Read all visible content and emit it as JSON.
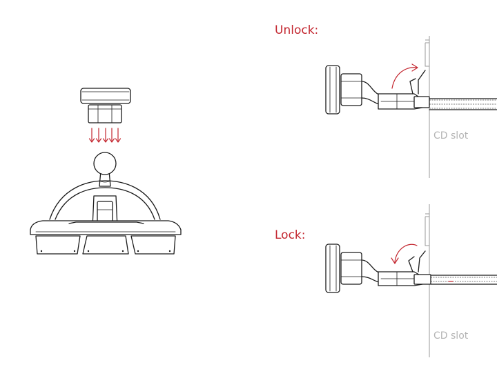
{
  "labels": {
    "unlock": "Unlock:",
    "lock": "Lock:",
    "cd_slot_top": "CD slot",
    "cd_slot_bottom": "CD slot"
  },
  "colors": {
    "accent": "#c3262f",
    "line": "#1a1a1a",
    "muted": "#b4b4b4"
  }
}
